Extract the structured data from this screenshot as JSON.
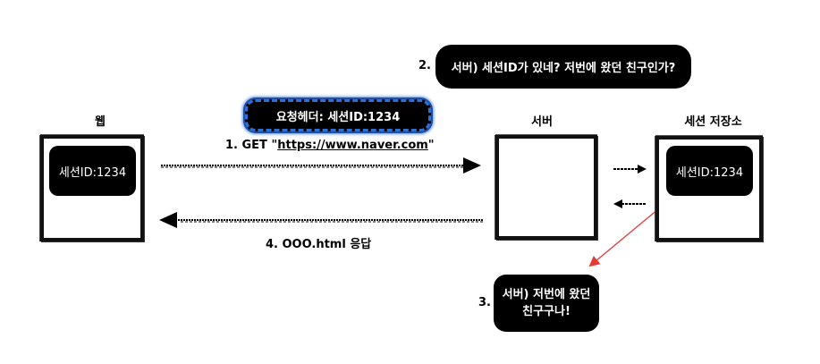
{
  "nodes": {
    "web": {
      "title": "웹",
      "session_chip": "세션ID:1234"
    },
    "server": {
      "title": "서버"
    },
    "session_store": {
      "title": "세션 저장소",
      "session_chip": "세션ID:1234"
    }
  },
  "request": {
    "header_badge": "요청헤더: 세션ID:1234",
    "step_prefix": "1. GET \"",
    "url": "https://www.naver.com",
    "step_suffix": "\""
  },
  "server_check": {
    "step": "2.",
    "text": "서버) 세션ID가 있네? 저번에 왔던 친구인가?"
  },
  "response": {
    "step": "4. OOO.html 응답"
  },
  "server_recognize": {
    "step": "3.",
    "line1": "서버) 저번에 왔던",
    "line2": "친구구나!"
  },
  "colors": {
    "badge_border": "#2e6fd6",
    "confirm_arrow": "#e53935"
  }
}
